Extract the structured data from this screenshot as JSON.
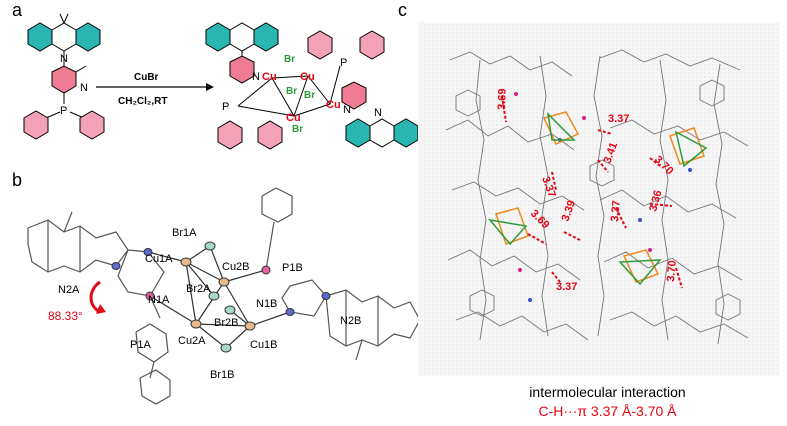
{
  "panels": {
    "a": "a",
    "b": "b",
    "c": "c"
  },
  "scheme": {
    "reagent": "CuBr",
    "conditions": "CH₂Cl₂,RT",
    "ligand_atoms": {
      "N": "N",
      "P": "P"
    },
    "product_atoms": {
      "Cu": "Cu",
      "Br": "Br",
      "N": "N",
      "P": "P"
    }
  },
  "structure": {
    "labels": [
      "Br1A",
      "Cu1A",
      "Cu2B",
      "N2A",
      "N1A",
      "Br2A",
      "P1B",
      "N1B",
      "N2B",
      "Br2B",
      "P1A",
      "Cu2A",
      "Cu1B",
      "Br1B"
    ],
    "angle": "88.33°"
  },
  "packing": {
    "distances": [
      "3.69",
      "3.37",
      "3.41",
      "3.70",
      "3.37",
      "3.36",
      "3.69",
      "3.39",
      "3.37",
      "3.37",
      "3.70"
    ],
    "caption_title": "intermolecular interaction",
    "caption_value": "C-H···π    3.37 Å-3.70 Å"
  },
  "colors": {
    "accent": "#e30613",
    "acridine": "#2bb5b0",
    "pyridine": "#f07b94",
    "phenyl": "#f4a2b7",
    "bromine": "#2e9a3c",
    "copper": "#b5121b"
  }
}
